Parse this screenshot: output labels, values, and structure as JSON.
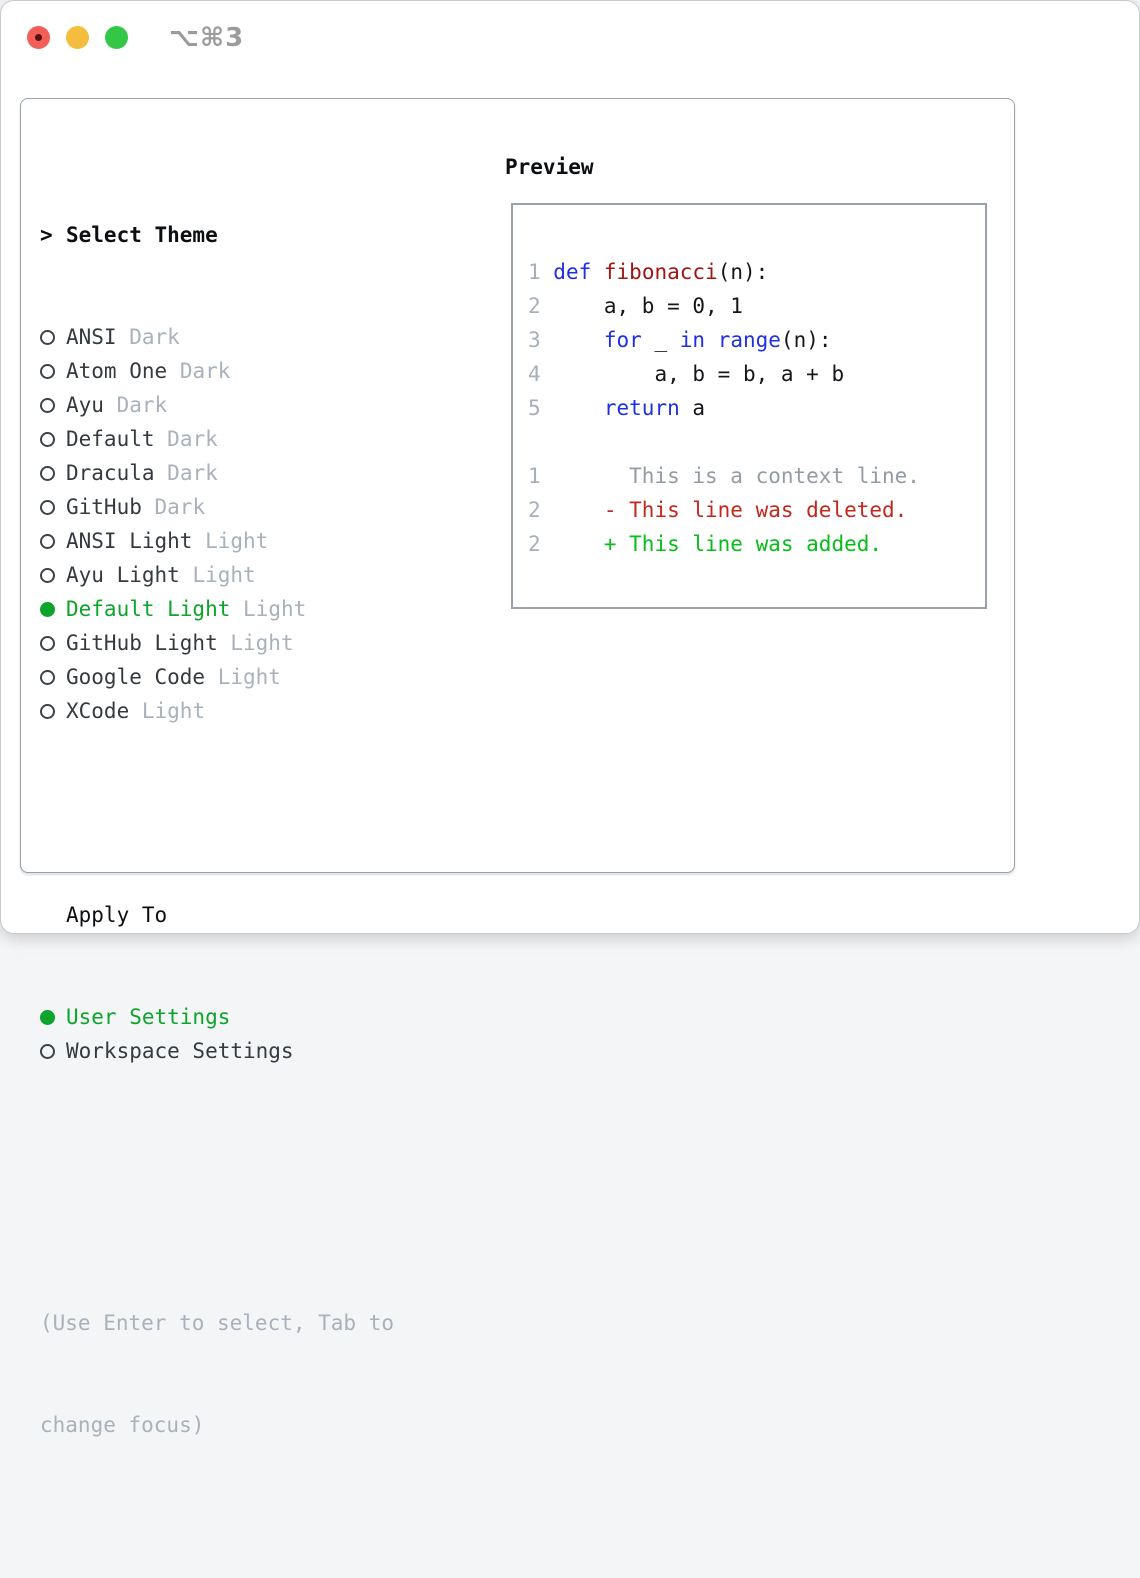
{
  "window": {
    "title": "⌥⌘3"
  },
  "colors": {
    "green": "#0da42b",
    "muted": "#a8b1bc",
    "text": "#343a40",
    "heading": "#0c0e11",
    "border": "#98a1ac",
    "title": "#9b9b9b",
    "tlred": "#f25f58",
    "tlreddot": "#551010",
    "tlyellow": "#f5bd3e",
    "tlgreen": "#33c748"
  },
  "theme_list": {
    "prompt": ">",
    "heading": "Select Theme",
    "items": [
      {
        "name": "ANSI",
        "variant": "Dark",
        "selected": false
      },
      {
        "name": "Atom One",
        "variant": "Dark",
        "selected": false
      },
      {
        "name": "Ayu",
        "variant": "Dark",
        "selected": false
      },
      {
        "name": "Default",
        "variant": "Dark",
        "selected": false
      },
      {
        "name": "Dracula",
        "variant": "Dark",
        "selected": false
      },
      {
        "name": "GitHub",
        "variant": "Dark",
        "selected": false
      },
      {
        "name": "ANSI Light",
        "variant": "Light",
        "selected": false
      },
      {
        "name": "Ayu Light",
        "variant": "Light",
        "selected": false
      },
      {
        "name": "Default Light",
        "variant": "Light",
        "selected": true
      },
      {
        "name": "GitHub Light",
        "variant": "Light",
        "selected": false
      },
      {
        "name": "Google Code",
        "variant": "Light",
        "selected": false
      },
      {
        "name": "XCode",
        "variant": "Light",
        "selected": false
      }
    ]
  },
  "apply_to": {
    "heading": "Apply To",
    "options": [
      {
        "label": "User Settings",
        "selected": true
      },
      {
        "label": "Workspace Settings",
        "selected": false
      }
    ]
  },
  "hint": {
    "lines": [
      "(Use Enter to select, Tab to",
      "change focus)"
    ]
  },
  "preview": {
    "heading": "Preview",
    "colors": {
      "keyword": "#1f2fe3",
      "function": "#a41511",
      "plain": "#141619",
      "context": "#939ba5",
      "deleted": "#c3271d",
      "added": "#07bd17",
      "line_number": "#a6afba"
    },
    "lines": [
      {
        "num": "1",
        "segments": [
          {
            "t": "def",
            "c": "keyword"
          },
          {
            "t": " ",
            "c": "plain"
          },
          {
            "t": "fibonacci",
            "c": "function"
          },
          {
            "t": "(n):",
            "c": "plain"
          }
        ]
      },
      {
        "num": "2",
        "segments": [
          {
            "t": "    a, b = 0, 1",
            "c": "plain"
          }
        ]
      },
      {
        "num": "3",
        "segments": [
          {
            "t": "    ",
            "c": "plain"
          },
          {
            "t": "for",
            "c": "keyword"
          },
          {
            "t": " _ ",
            "c": "plain"
          },
          {
            "t": "in",
            "c": "keyword"
          },
          {
            "t": " ",
            "c": "plain"
          },
          {
            "t": "range",
            "c": "keyword"
          },
          {
            "t": "(n):",
            "c": "plain"
          }
        ]
      },
      {
        "num": "4",
        "segments": [
          {
            "t": "        a, b = b, a + b",
            "c": "plain"
          }
        ]
      },
      {
        "num": "5",
        "segments": [
          {
            "t": "    ",
            "c": "plain"
          },
          {
            "t": "return",
            "c": "keyword"
          },
          {
            "t": " a",
            "c": "plain"
          }
        ]
      },
      {
        "num": "",
        "segments": []
      },
      {
        "num": "1",
        "segments": [
          {
            "t": "      This is a context line.",
            "c": "context"
          }
        ]
      },
      {
        "num": "2",
        "segments": [
          {
            "t": "    - This line was deleted.",
            "c": "deleted"
          }
        ]
      },
      {
        "num": "2",
        "segments": [
          {
            "t": "    + This line was added.",
            "c": "added"
          }
        ]
      }
    ]
  }
}
